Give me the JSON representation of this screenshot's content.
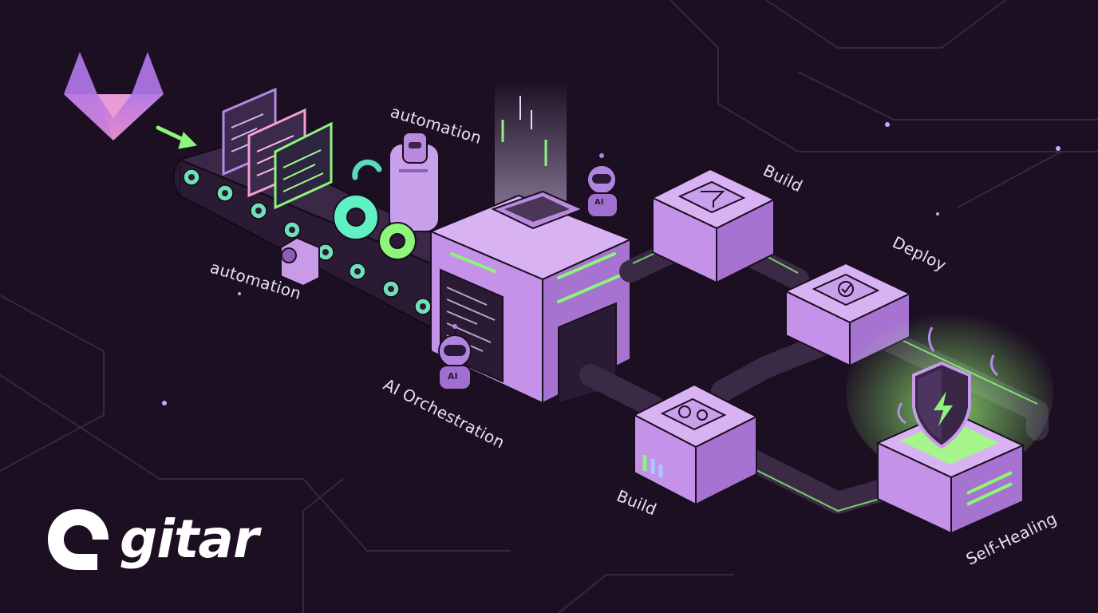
{
  "labels": {
    "automation_top": "automation",
    "automation_left": "automation",
    "ai_orchestration": "AI Orchestration",
    "build_top": "Build",
    "deploy": "Deploy",
    "build_bottom": "Build",
    "self_healing": "Self-Healing"
  },
  "robot_badges": {
    "robot_top": "AI",
    "robot_bottom": "AI"
  },
  "brand": {
    "name": "gitar"
  },
  "colors": {
    "background": "#1c0f22",
    "module_purple": "#c99ae8",
    "module_dark": "#8f5fb8",
    "accent_green": "#8cf57a",
    "text": "#e9e0ef"
  },
  "icons": [
    "gitlab-fox-logo-icon",
    "code-window-icon",
    "gear-icon",
    "magnet-icon",
    "robot-icon",
    "funnel-icon",
    "check-circle-icon",
    "settings-gears-icon",
    "bar-chart-icon",
    "shield-lightning-icon",
    "gitar-logo-icon"
  ]
}
